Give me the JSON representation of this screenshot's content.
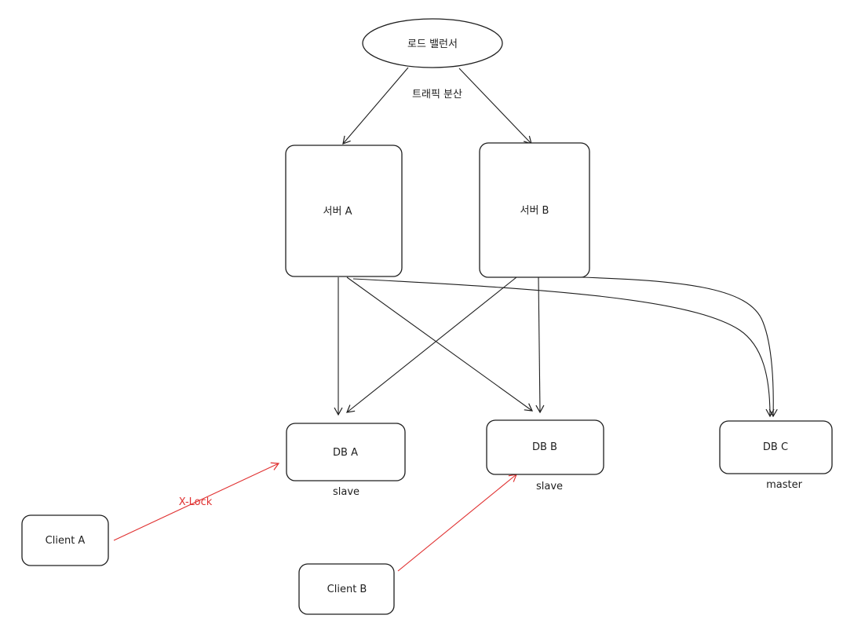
{
  "colors": {
    "stroke": "#1e1e1e",
    "accent": "#e03131",
    "background": "#ffffff"
  },
  "nodes": {
    "load_balancer": "로드 밸런서",
    "server_a": "서버 A",
    "server_b": "서버 B",
    "db_a": "DB A",
    "db_b": "DB B",
    "db_c": "DB C",
    "client_a": "Client A",
    "client_b": "Client B"
  },
  "labels": {
    "traffic": "트래픽 분산",
    "db_a_role": "slave",
    "db_b_role": "slave",
    "db_c_role": "master",
    "x_lock": "X-Lock"
  }
}
